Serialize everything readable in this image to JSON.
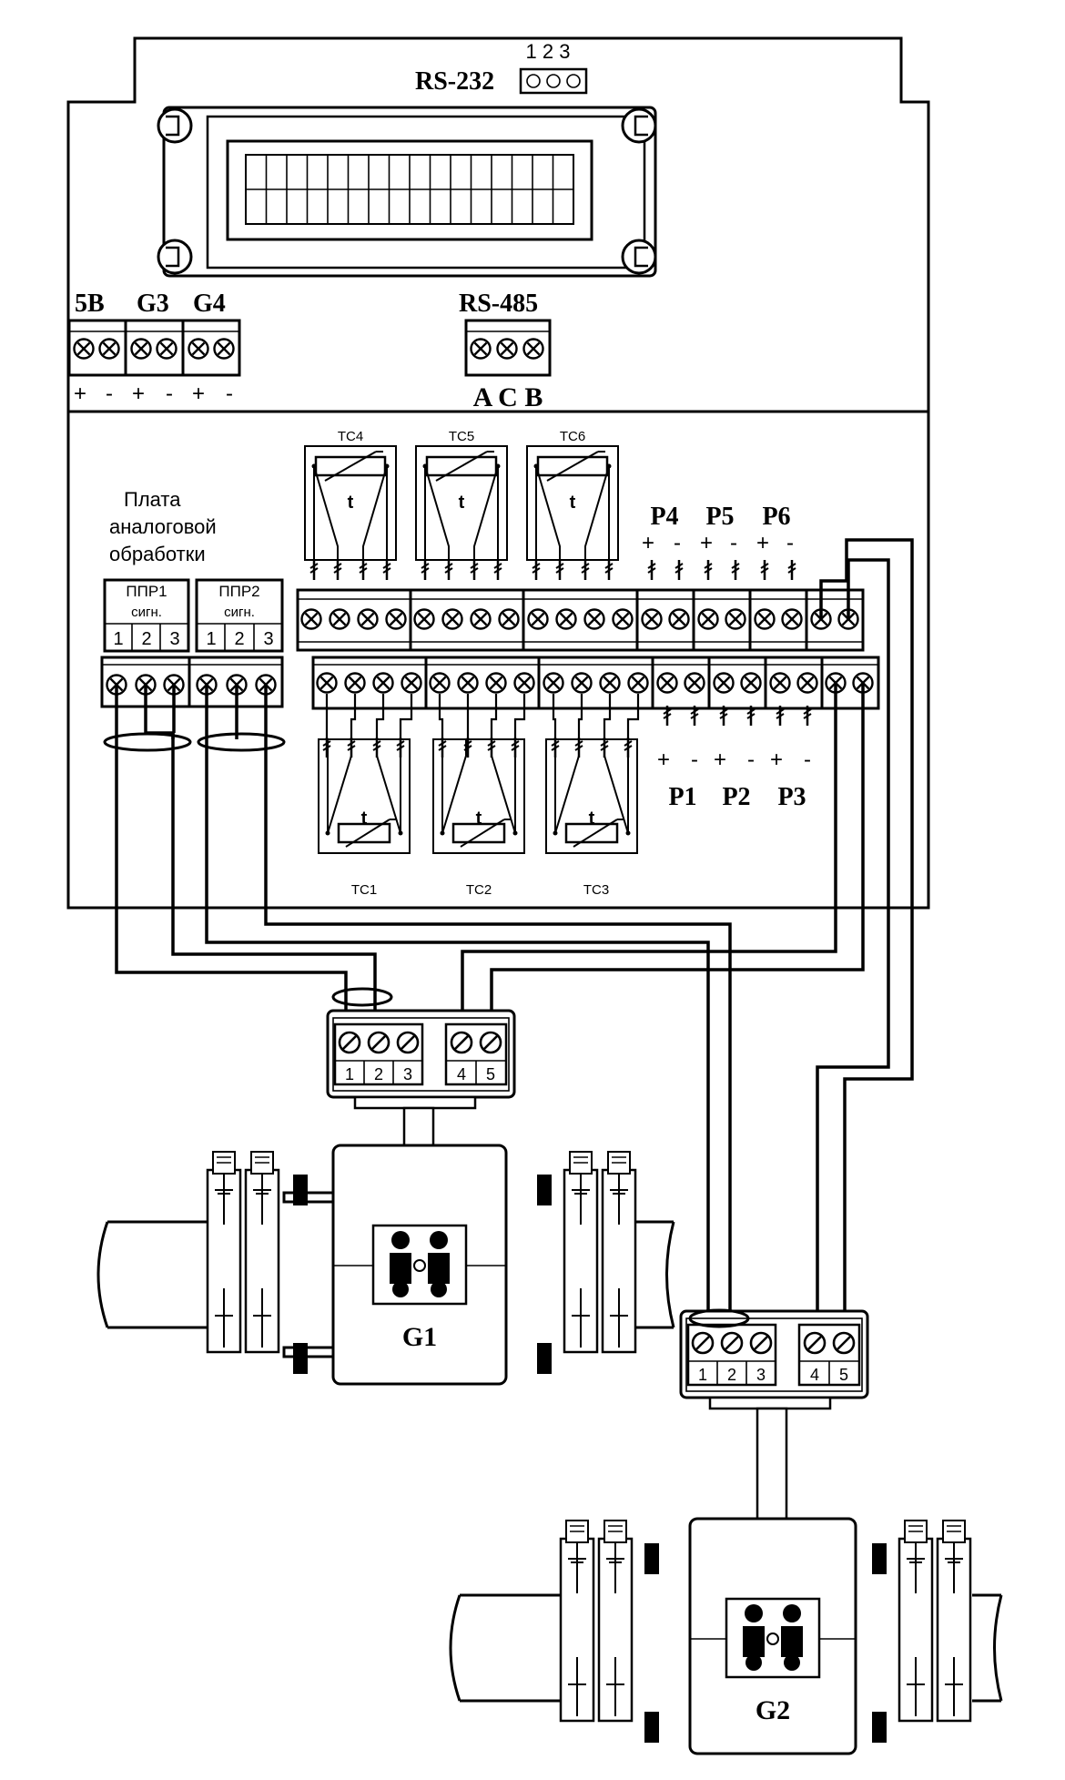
{
  "top_panel": {
    "rs232_pins": "1 2 3",
    "rs232_label": "RS-232",
    "power_labels": [
      "5B",
      "G3",
      "G4"
    ],
    "power_polarity": [
      "+",
      "-",
      "+",
      "-",
      "+",
      "-"
    ],
    "rs485_label": "RS-485",
    "rs485_pins": "A C B"
  },
  "board": {
    "caption_lines": [
      "Плата",
      "аналоговой",
      "обработки"
    ],
    "ppr1_label": "ППР1",
    "ppr2_label": "ППР2",
    "signal_label": "сигн.",
    "ppr_pins": [
      "1",
      "2",
      "3"
    ]
  },
  "sensors_top": [
    "ТС4",
    "ТС5",
    "ТС6"
  ],
  "sensors_bottom": [
    "ТС1",
    "ТС2",
    "ТС3"
  ],
  "sensor_symbol": "t",
  "pressure_top": [
    "P4",
    "P5",
    "P6"
  ],
  "pressure_bottom": [
    "P1",
    "P2",
    "P3"
  ],
  "polarity": {
    "plus": "+",
    "minus": "-"
  },
  "flowmeters": [
    {
      "name": "G1",
      "pins": [
        "1",
        "2",
        "3",
        "4",
        "5"
      ]
    },
    {
      "name": "G2",
      "pins": [
        "1",
        "2",
        "3",
        "4",
        "5"
      ]
    }
  ]
}
